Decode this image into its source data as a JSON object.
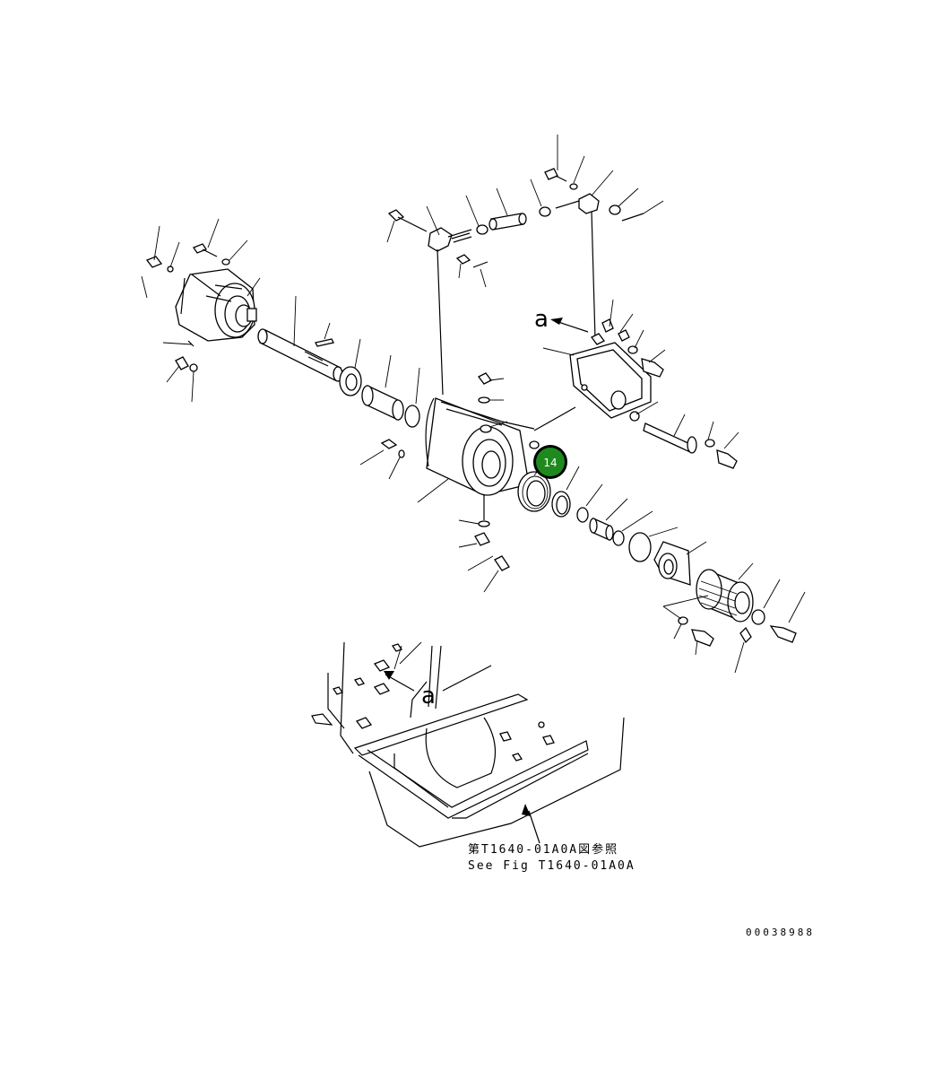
{
  "diagram": {
    "callout": {
      "number": "14",
      "color": "#1e8a1e"
    },
    "view_marker_top": "a",
    "view_marker_bottom": "a",
    "reference_jp": "第T1640-01A0A図参照",
    "reference_en": "See Fig T1640-01A0A",
    "drawing_number": "00038988"
  }
}
